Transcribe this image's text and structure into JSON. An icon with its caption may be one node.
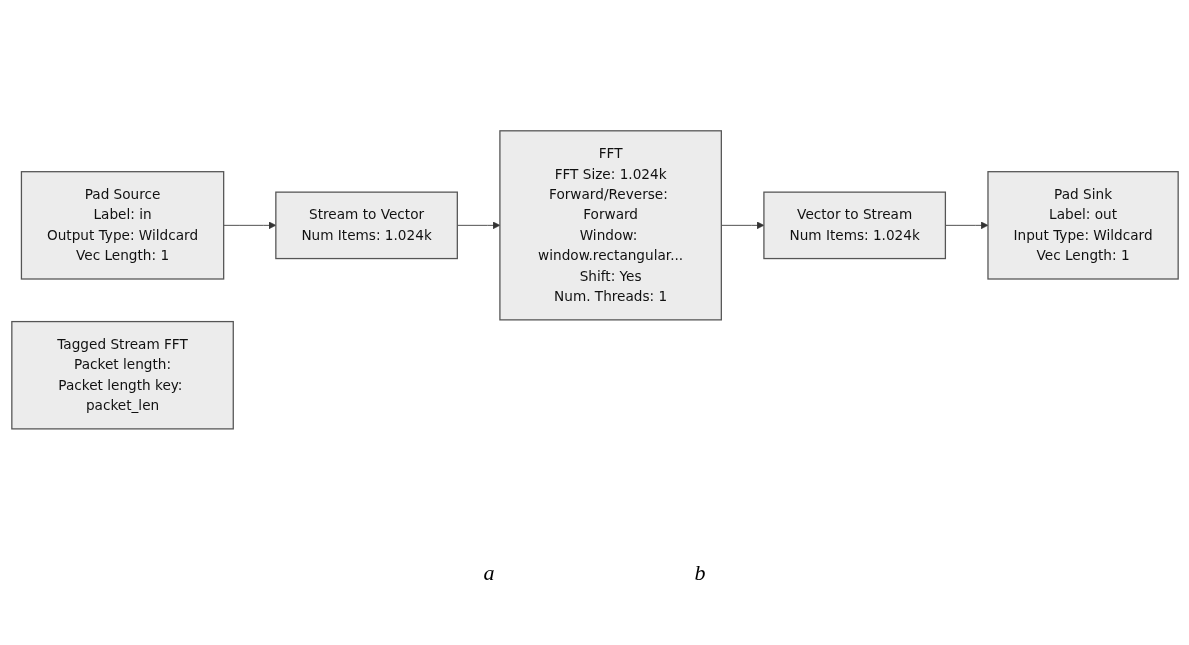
{
  "diagram": {
    "nodes": [
      {
        "text": [
          "Pad Source",
          "Label: in",
          "Output Type: Wildcard",
          "Vec Length: 1"
        ]
      },
      {
        "text": [
          "Stream to Vector",
          "Num Items: 1.024k"
        ]
      },
      {
        "text": [
          "FFT",
          "FFT Size: 1.024k",
          "Forward/Reverse: Forward",
          "Window: window.rectangular...",
          "Shift: Yes",
          "Num. Threads: 1"
        ]
      },
      {
        "text": [
          "Vector to Stream",
          "Num Items: 1.024k"
        ]
      },
      {
        "text": [
          "Pad Sink",
          "Label: out",
          "Input Type: Wildcard",
          "Vec Length: 1"
        ]
      },
      {
        "text": [
          "Tagged Stream FFT",
          "Packet length:",
          "Packet length key: packet_len"
        ]
      }
    ],
    "edges": [
      {
        "from": 0,
        "to": 1,
        "arrow": "to"
      },
      {
        "from": 1,
        "to": 2,
        "arrow": "to"
      },
      {
        "from": 2,
        "to": 3,
        "arrow": "to"
      },
      {
        "from": 3,
        "to": 4,
        "arrow": "to"
      }
    ],
    "labels": [
      "a",
      "b"
    ]
  }
}
